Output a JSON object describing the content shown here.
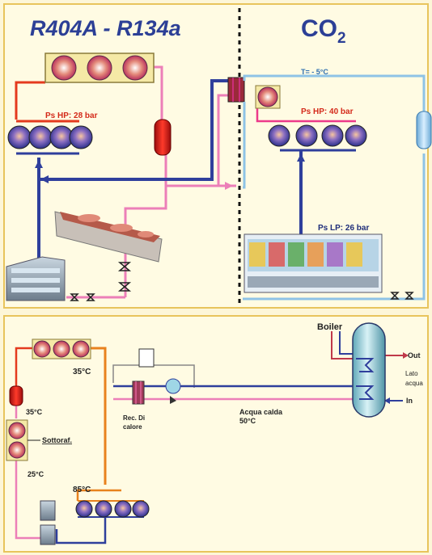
{
  "top_panel": {
    "title_left": "R404A - R134a",
    "title_right_base": "CO",
    "title_right_sub": "2",
    "hp_left": "Ps HP: 28 bar",
    "hp_right": "Ps HP: 40 bar",
    "lp_right": "Ps LP: 26 bar",
    "temp_label": "T= - 5°C"
  },
  "bottom_panel": {
    "boiler": "Boiler",
    "out": "Out",
    "lato_line1": "Lato",
    "lato_line2": "acqua",
    "in": "In",
    "acqua_line1": "Acqua calda",
    "acqua_line2": "50°C",
    "rec_line1": "Rec. Di",
    "rec_line2": "calore",
    "t35_top": "35°C",
    "t35_left": "35°C",
    "sottoraf": "Sottoraf.",
    "t25": "25°C",
    "t85": "85°C"
  },
  "colors": {
    "hot_red": "#e43a1e",
    "liquid_pink": "#ec7fb8",
    "suction_blue": "#2f3f9c",
    "co2_light_blue": "#8ec3e6",
    "discharge_orange": "#e8821e",
    "title_blue": "#2c3f96"
  }
}
